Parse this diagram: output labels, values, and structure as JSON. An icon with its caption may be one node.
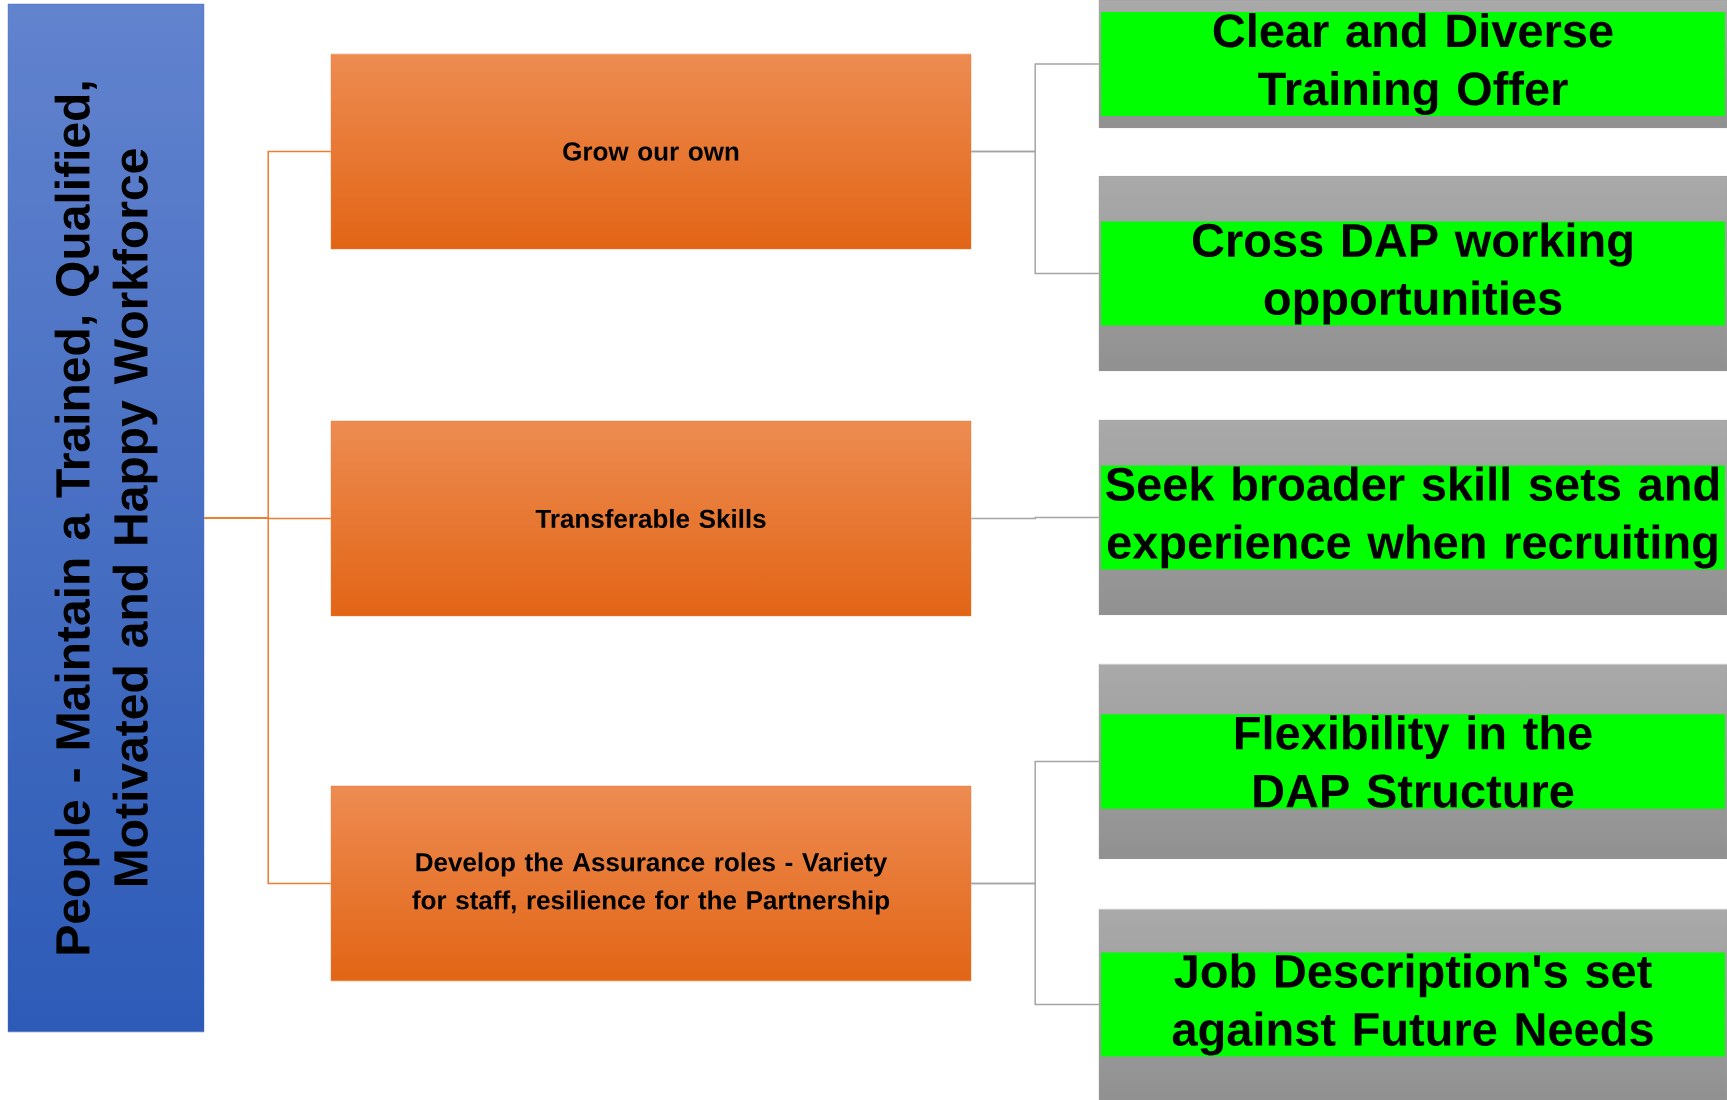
{
  "diagram": {
    "nodes": [
      {
        "text": [
          "People - Maintain a Trained, Qualified, Motivated and Happy Workforce"
        ]
      },
      {
        "text": [
          "Grow our own"
        ]
      },
      {
        "text": [
          "Transferable Skills"
        ]
      },
      {
        "text": [
          "Develop the Assurance roles - Variety for staff, resilience for the Partnership"
        ]
      },
      {
        "text": [
          "Clear and Diverse Training Offer"
        ]
      },
      {
        "text": [
          "Cross DAP working opportunities"
        ]
      },
      {
        "text": [
          "Seek broader skill sets and experience when recruiting"
        ]
      },
      {
        "text": [
          "Flexibility in the DAP Structure"
        ]
      },
      {
        "text": [
          "Job Description's set against Future Needs"
        ]
      }
    ],
    "edges": [
      {
        "from": 0,
        "to": 1,
        "arrow": "none",
        "color": "#ed7d31"
      },
      {
        "from": 0,
        "to": 2,
        "arrow": "none",
        "color": "#ed7d31"
      },
      {
        "from": 0,
        "to": 3,
        "arrow": "none",
        "color": "#ed7d31"
      },
      {
        "from": 1,
        "to": 4,
        "arrow": "none"
      },
      {
        "from": 1,
        "to": 5,
        "arrow": "none"
      },
      {
        "from": 2,
        "to": 6,
        "arrow": "none"
      },
      {
        "from": 3,
        "to": 7,
        "arrow": "none"
      },
      {
        "from": 3,
        "to": 8,
        "arrow": "none"
      }
    ]
  }
}
